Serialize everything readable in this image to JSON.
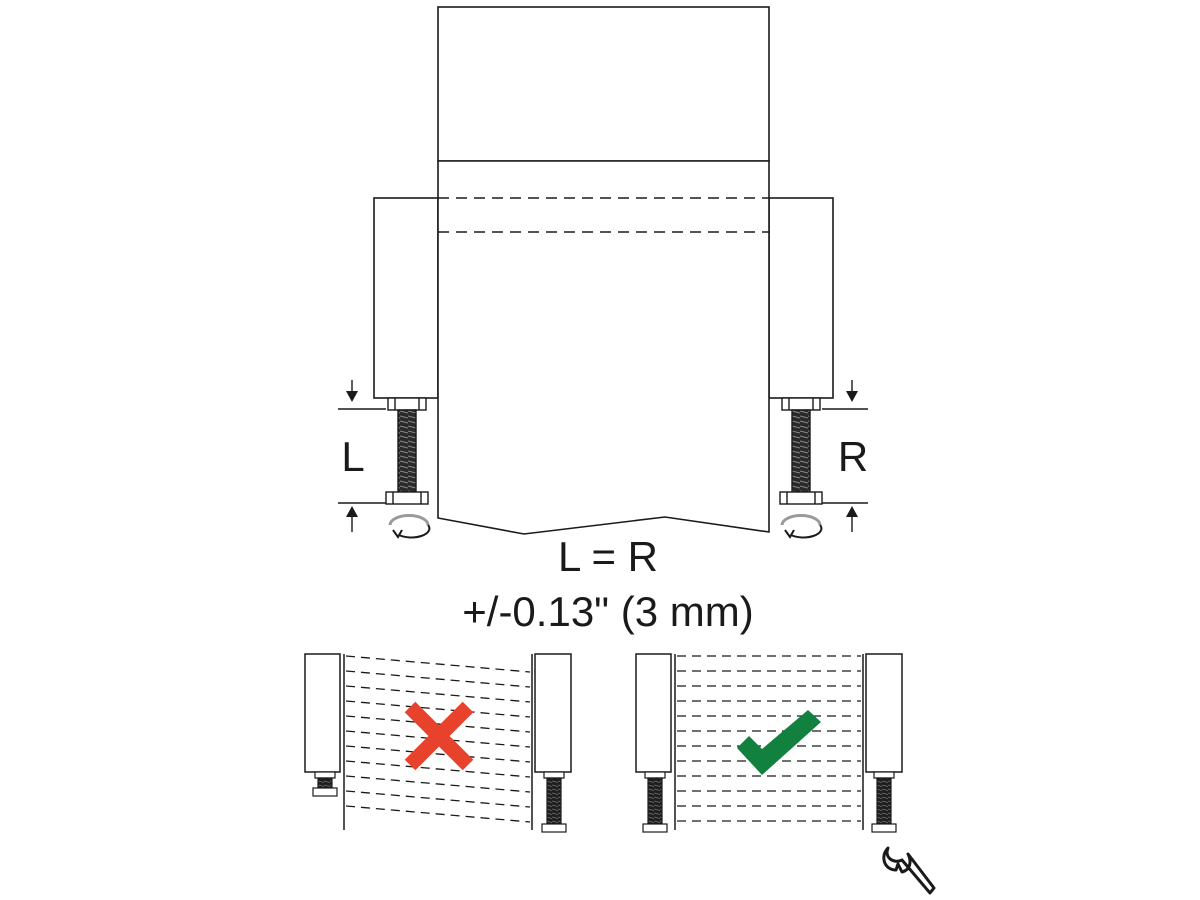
{
  "labels": {
    "left_dim": "L",
    "right_dim": "R",
    "equation": "L = R",
    "tolerance": "+/-0.13\" (3 mm)"
  },
  "status": {
    "incorrect_icon": "red-x-icon",
    "correct_icon": "green-check-icon",
    "tool_icon": "wrench-icon",
    "incorrect_color": "#e8412c",
    "correct_color": "#12803f"
  }
}
